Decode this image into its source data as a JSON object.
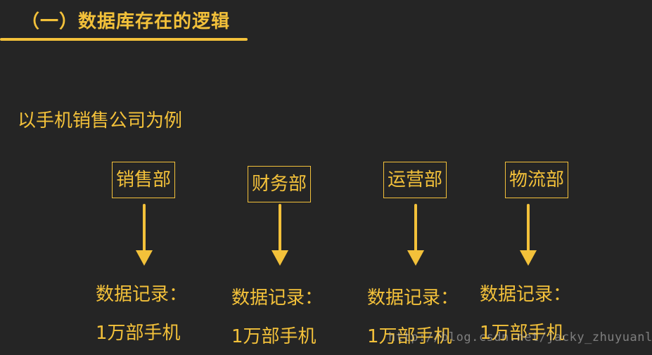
{
  "title": "（一）数据库存在的逻辑",
  "intro": "以手机销售公司为例",
  "accent_color": "#f3c13a",
  "background_color": "#252525",
  "departments": [
    {
      "name": "销售部",
      "record_label": "数据记录：",
      "record_value": "1万部手机"
    },
    {
      "name": "财务部",
      "record_label": "数据记录：",
      "record_value": "1万部手机"
    },
    {
      "name": "运营部",
      "record_label": "数据记录：",
      "record_value": "1万部手机"
    },
    {
      "name": "物流部",
      "record_label": "数据记录：",
      "record_value": "1万部手机"
    }
  ],
  "arrow_icon": "down-arrow-icon",
  "watermark": "http://blog.csdn.net/jacky_zhuyuanlu"
}
